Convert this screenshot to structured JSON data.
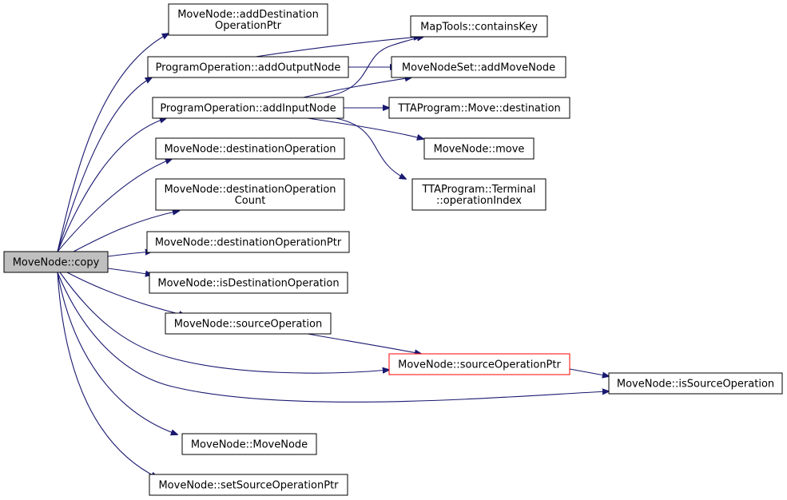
{
  "colors": {
    "edge": "#191970",
    "node_border": "#000000",
    "node_fill": "#ffffff",
    "root_fill": "#bfbfbf",
    "highlight_border": "#ff0000"
  },
  "nodes": {
    "copy": {
      "lines": [
        "MoveNode::copy"
      ]
    },
    "addDestinationOperationPtr": {
      "lines": [
        "MoveNode::addDestination",
        "OperationPtr"
      ]
    },
    "addOutputNode": {
      "lines": [
        "ProgramOperation::addOutputNode"
      ]
    },
    "addInputNode": {
      "lines": [
        "ProgramOperation::addInputNode"
      ]
    },
    "containsKey": {
      "lines": [
        "MapTools::containsKey"
      ]
    },
    "addMoveNode": {
      "lines": [
        "MoveNodeSet::addMoveNode"
      ]
    },
    "moveDestination": {
      "lines": [
        "TTAProgram::Move::destination"
      ]
    },
    "move": {
      "lines": [
        "MoveNode::move"
      ]
    },
    "operationIndex": {
      "lines": [
        "TTAProgram::Terminal",
        "::operationIndex"
      ]
    },
    "destinationOperation": {
      "lines": [
        "MoveNode::destinationOperation"
      ]
    },
    "destinationOperationCount": {
      "lines": [
        "MoveNode::destinationOperation",
        "Count"
      ]
    },
    "destinationOperationPtr": {
      "lines": [
        "MoveNode::destinationOperationPtr"
      ]
    },
    "isDestinationOperation": {
      "lines": [
        "MoveNode::isDestinationOperation"
      ]
    },
    "sourceOperation": {
      "lines": [
        "MoveNode::sourceOperation"
      ]
    },
    "sourceOperationPtr": {
      "lines": [
        "MoveNode::sourceOperationPtr"
      ]
    },
    "isSourceOperation": {
      "lines": [
        "MoveNode::isSourceOperation"
      ]
    },
    "moveNodeCtor": {
      "lines": [
        "MoveNode::MoveNode"
      ]
    },
    "setSourceOperationPtr": {
      "lines": [
        "MoveNode::setSourceOperationPtr"
      ]
    }
  },
  "edges": [
    [
      "copy",
      "addDestinationOperationPtr"
    ],
    [
      "copy",
      "addOutputNode"
    ],
    [
      "copy",
      "addInputNode"
    ],
    [
      "copy",
      "destinationOperation"
    ],
    [
      "copy",
      "destinationOperationCount"
    ],
    [
      "copy",
      "destinationOperationPtr"
    ],
    [
      "copy",
      "isDestinationOperation"
    ],
    [
      "copy",
      "sourceOperation"
    ],
    [
      "copy",
      "sourceOperationPtr"
    ],
    [
      "copy",
      "isSourceOperation"
    ],
    [
      "copy",
      "moveNodeCtor"
    ],
    [
      "copy",
      "setSourceOperationPtr"
    ],
    [
      "addOutputNode",
      "containsKey"
    ],
    [
      "addOutputNode",
      "addMoveNode"
    ],
    [
      "addInputNode",
      "containsKey"
    ],
    [
      "addInputNode",
      "addMoveNode"
    ],
    [
      "addInputNode",
      "moveDestination"
    ],
    [
      "addInputNode",
      "move"
    ],
    [
      "addInputNode",
      "operationIndex"
    ],
    [
      "sourceOperation",
      "sourceOperationPtr"
    ],
    [
      "sourceOperationPtr",
      "isSourceOperation"
    ]
  ]
}
